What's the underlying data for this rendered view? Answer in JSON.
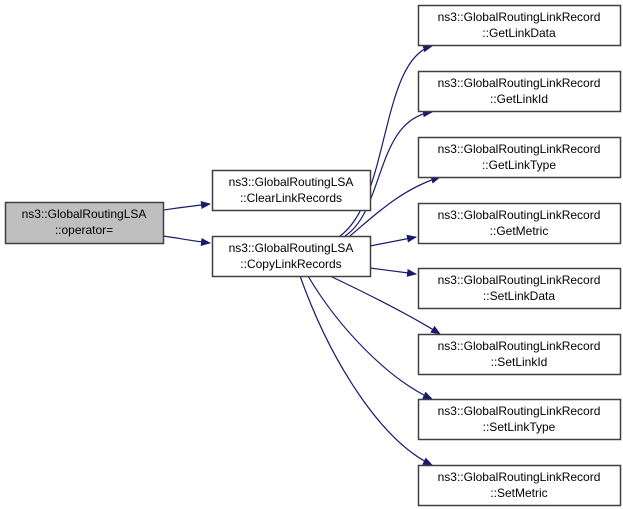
{
  "graph": {
    "title": "Call graph of ns3::GlobalRoutingLSA::operator=",
    "colors": {
      "edge": "#191970",
      "node_border": "#404040",
      "root_fill": "#bfbfbf",
      "node_fill": "#ffffff"
    },
    "nodes": [
      {
        "id": "operator",
        "line1": "ns3::GlobalRoutingLSA",
        "line2": "::operator=",
        "root": true
      },
      {
        "id": "clear",
        "line1": "ns3::GlobalRoutingLSA",
        "line2": "::ClearLinkRecords"
      },
      {
        "id": "copy",
        "line1": "ns3::GlobalRoutingLSA",
        "line2": "::CopyLinkRecords"
      },
      {
        "id": "getlinkdata",
        "line1": "ns3::GlobalRoutingLinkRecord",
        "line2": "::GetLinkData"
      },
      {
        "id": "getlinkid",
        "line1": "ns3::GlobalRoutingLinkRecord",
        "line2": "::GetLinkId"
      },
      {
        "id": "getlinktype",
        "line1": "ns3::GlobalRoutingLinkRecord",
        "line2": "::GetLinkType"
      },
      {
        "id": "getmetric",
        "line1": "ns3::GlobalRoutingLinkRecord",
        "line2": "::GetMetric"
      },
      {
        "id": "setlinkdata",
        "line1": "ns3::GlobalRoutingLinkRecord",
        "line2": "::SetLinkData"
      },
      {
        "id": "setlinkid",
        "line1": "ns3::GlobalRoutingLinkRecord",
        "line2": "::SetLinkId"
      },
      {
        "id": "setlinktype",
        "line1": "ns3::GlobalRoutingLinkRecord",
        "line2": "::SetLinkType"
      },
      {
        "id": "setmetric",
        "line1": "ns3::GlobalRoutingLinkRecord",
        "line2": "::SetMetric"
      }
    ],
    "edges": [
      {
        "from": "operator",
        "to": "clear"
      },
      {
        "from": "operator",
        "to": "copy"
      },
      {
        "from": "copy",
        "to": "getlinkdata"
      },
      {
        "from": "copy",
        "to": "getlinkid"
      },
      {
        "from": "copy",
        "to": "getlinktype"
      },
      {
        "from": "copy",
        "to": "getmetric"
      },
      {
        "from": "copy",
        "to": "setlinkdata"
      },
      {
        "from": "copy",
        "to": "setlinkid"
      },
      {
        "from": "copy",
        "to": "setlinktype"
      },
      {
        "from": "copy",
        "to": "setmetric"
      }
    ]
  }
}
